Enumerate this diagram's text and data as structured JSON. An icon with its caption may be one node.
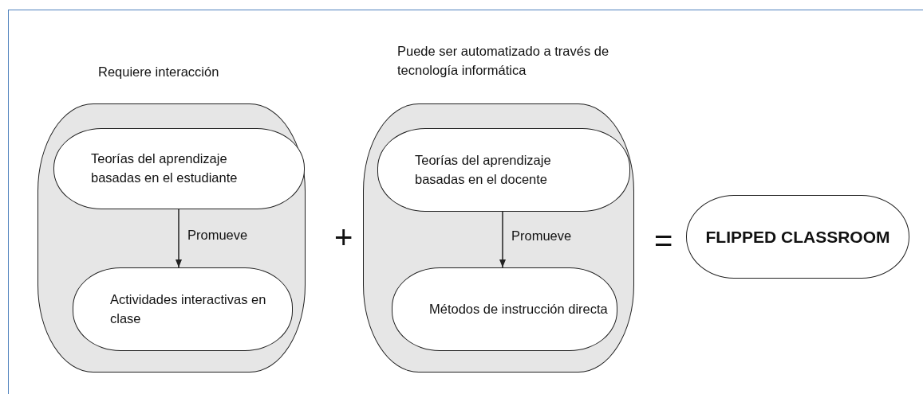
{
  "diagram": {
    "nodes": [
      {
        "text": [
          "Requiere interacción"
        ]
      },
      {
        "text": [
          "Teorías del aprendizaje basadas en el estudiante"
        ],
        "in": 0
      },
      {
        "text": [
          "Actividades interactivas en clase"
        ],
        "in": 0
      },
      {
        "text": [
          "Puede ser automatizado a través de tecnología informática"
        ]
      },
      {
        "text": [
          "Teorías del aprendizaje basadas en el docente"
        ],
        "in": 3
      },
      {
        "text": [
          "Métodos de instrucción directa"
        ],
        "in": 3
      },
      {
        "text": [
          "FLIPPED CLASSROOM"
        ]
      }
    ],
    "edges": [
      {
        "from": 1,
        "to": 2,
        "arrow": "to",
        "label": "Promueve"
      },
      {
        "from": 4,
        "to": 5,
        "arrow": "to",
        "label": "Promueve"
      }
    ],
    "labels": [
      "+",
      "="
    ]
  }
}
